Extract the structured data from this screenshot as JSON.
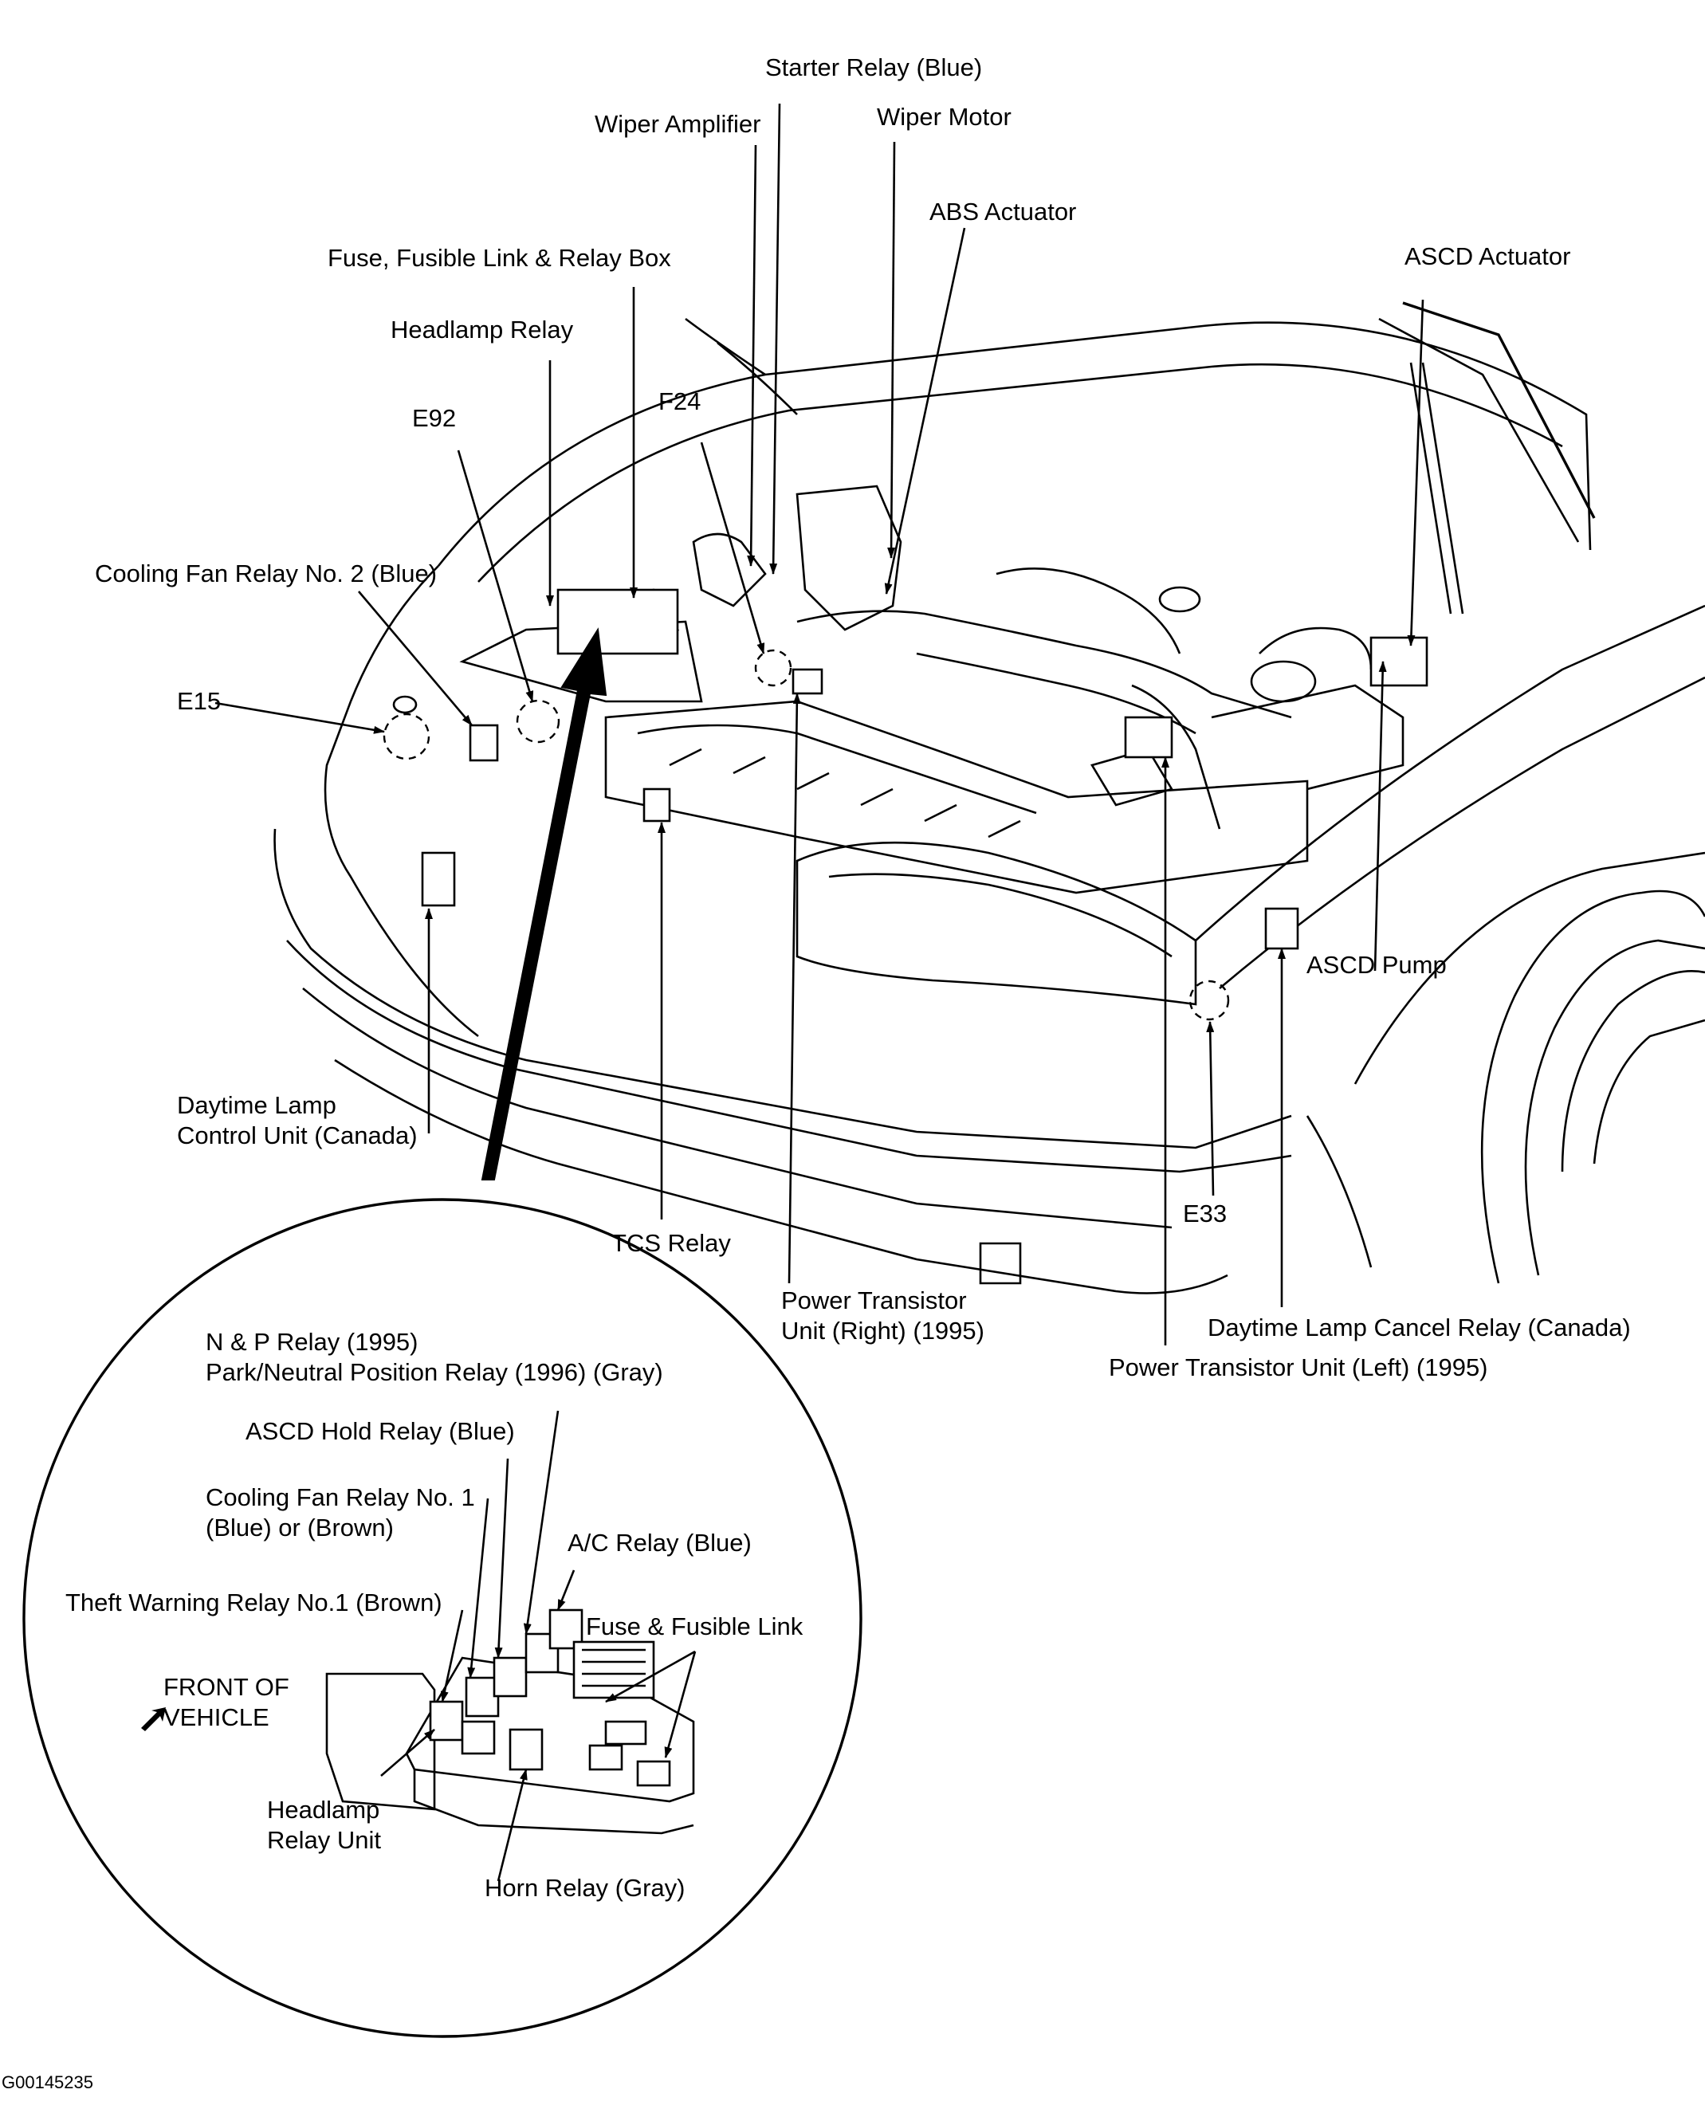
{
  "labels": {
    "starter_relay": "Starter Relay (Blue)",
    "wiper_amplifier": "Wiper Amplifier",
    "wiper_motor": "Wiper Motor",
    "abs_actuator": "ABS Actuator",
    "fuse_box": "Fuse, Fusible Link & Relay Box",
    "ascd_actuator": "ASCD Actuator",
    "headlamp_relay": "Headlamp Relay",
    "f24": "F24",
    "e92": "E92",
    "cooling_fan_relay_2": "Cooling Fan Relay No. 2 (Blue)",
    "e15": "E15",
    "ascd_pump": "ASCD Pump",
    "daytime_lamp_control_1": "Daytime Lamp",
    "daytime_lamp_control_2": "Control Unit (Canada)",
    "e33": "E33",
    "tcs_relay": "TCS Relay",
    "power_transistor_right_1": "Power Transistor",
    "power_transistor_right_2": "Unit (Right) (1995)",
    "daytime_lamp_cancel": "Daytime Lamp Cancel Relay (Canada)",
    "power_transistor_left": "Power Transistor Unit (Left) (1995)"
  },
  "inset_labels": {
    "np_relay_1": "N & P Relay (1995)",
    "np_relay_2": "Park/Neutral Position Relay (1996) (Gray)",
    "ascd_hold": "ASCD Hold Relay (Blue)",
    "cooling_fan_1_a": "Cooling Fan Relay No. 1",
    "cooling_fan_1_b": "(Blue) or (Brown)",
    "ac_relay": "A/C Relay (Blue)",
    "theft_warning": "Theft Warning Relay No.1 (Brown)",
    "fuse_fusible": "Fuse & Fusible Link",
    "front_of_1": "FRONT OF",
    "front_of_2": "VEHICLE",
    "headlamp_unit_1": "Headlamp",
    "headlamp_unit_2": "Relay Unit",
    "horn_relay": "Horn Relay (Gray)"
  },
  "figure_id": "G00145235",
  "icons": {
    "front_arrow": "arrow-up-left-icon"
  }
}
